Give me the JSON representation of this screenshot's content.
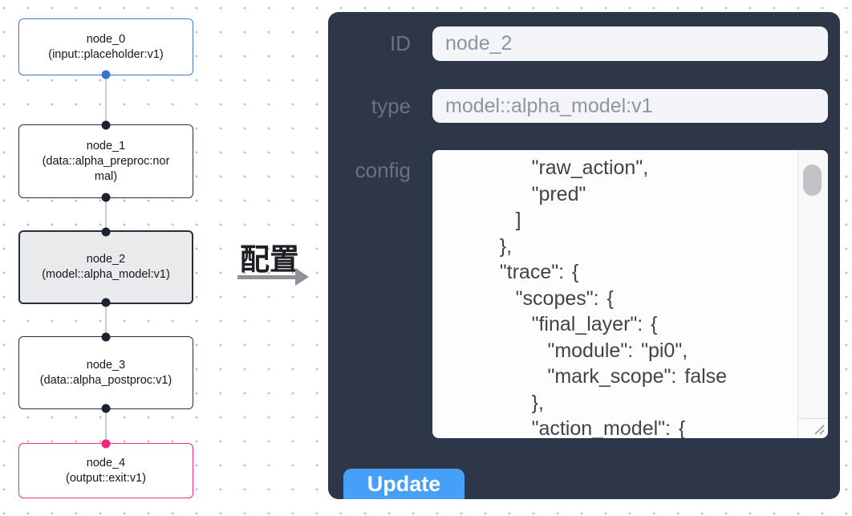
{
  "canvas": {
    "nodes": [
      {
        "label": "node_0",
        "type_line": "(input::placeholder:v1)",
        "state": "input"
      },
      {
        "label": "node_1",
        "type_line": "(data::alpha_preproc:normal)",
        "state": "default"
      },
      {
        "label": "node_2",
        "type_line": "(model::alpha_model:v1)",
        "state": "selected"
      },
      {
        "label": "node_3",
        "type_line": "(data::alpha_postproc:v1)",
        "state": "default"
      },
      {
        "label": "node_4",
        "type_line": "(output::exit:v1)",
        "state": "output"
      }
    ]
  },
  "transfer": {
    "label": "配置"
  },
  "panel": {
    "fields": [
      {
        "label": "ID",
        "value": "node_2"
      },
      {
        "label": "type",
        "value": "model::alpha_model:v1"
      }
    ],
    "config_label": "config",
    "config_text": "        \"raw_action\",\n        \"pred\"\n      ]\n    },\n    \"trace\": {\n      \"scopes\": {\n        \"final_layer\": {\n          \"module\": \"pi0\",\n          \"mark_scope\": false\n        },\n        \"action_model\": {",
    "update_label": "Update"
  },
  "icons": {
    "transfer_arrow": "arrow-right",
    "config_resize": "resize-grip-diagonal-lines"
  },
  "colors": {
    "panel_bg": "#2d3748",
    "button_blue": "#47a0f8",
    "input_node_border": "#4a75c8",
    "output_node_border": "#ee2e7d",
    "selected_node_fill": "#e9eaeb",
    "port_dark": "#1c2330",
    "port_blue": "#3a72d4",
    "port_pink": "#f1247f"
  }
}
